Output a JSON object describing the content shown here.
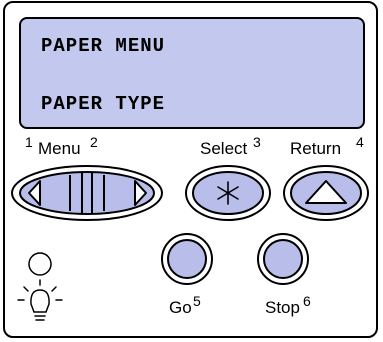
{
  "display": {
    "line1": "PAPER MENU",
    "line2": "PAPER TYPE",
    "background_color": "#c3c8ef"
  },
  "buttons": {
    "menu": {
      "label": "Menu",
      "left_number": "1",
      "right_number": "2"
    },
    "select": {
      "label": "Select",
      "number": "3"
    },
    "return": {
      "label": "Return",
      "number": "4"
    },
    "go": {
      "label": "Go",
      "number": "5"
    },
    "stop": {
      "label": "Stop",
      "number": "6"
    }
  },
  "colors": {
    "button_fill": "#b8bdea",
    "outline": "#000000"
  },
  "icons": [
    "indicator-light-icon",
    "bulb-icon",
    "asterisk-icon",
    "triangle-up-icon",
    "arrow-left-icon",
    "arrow-right-icon"
  ]
}
